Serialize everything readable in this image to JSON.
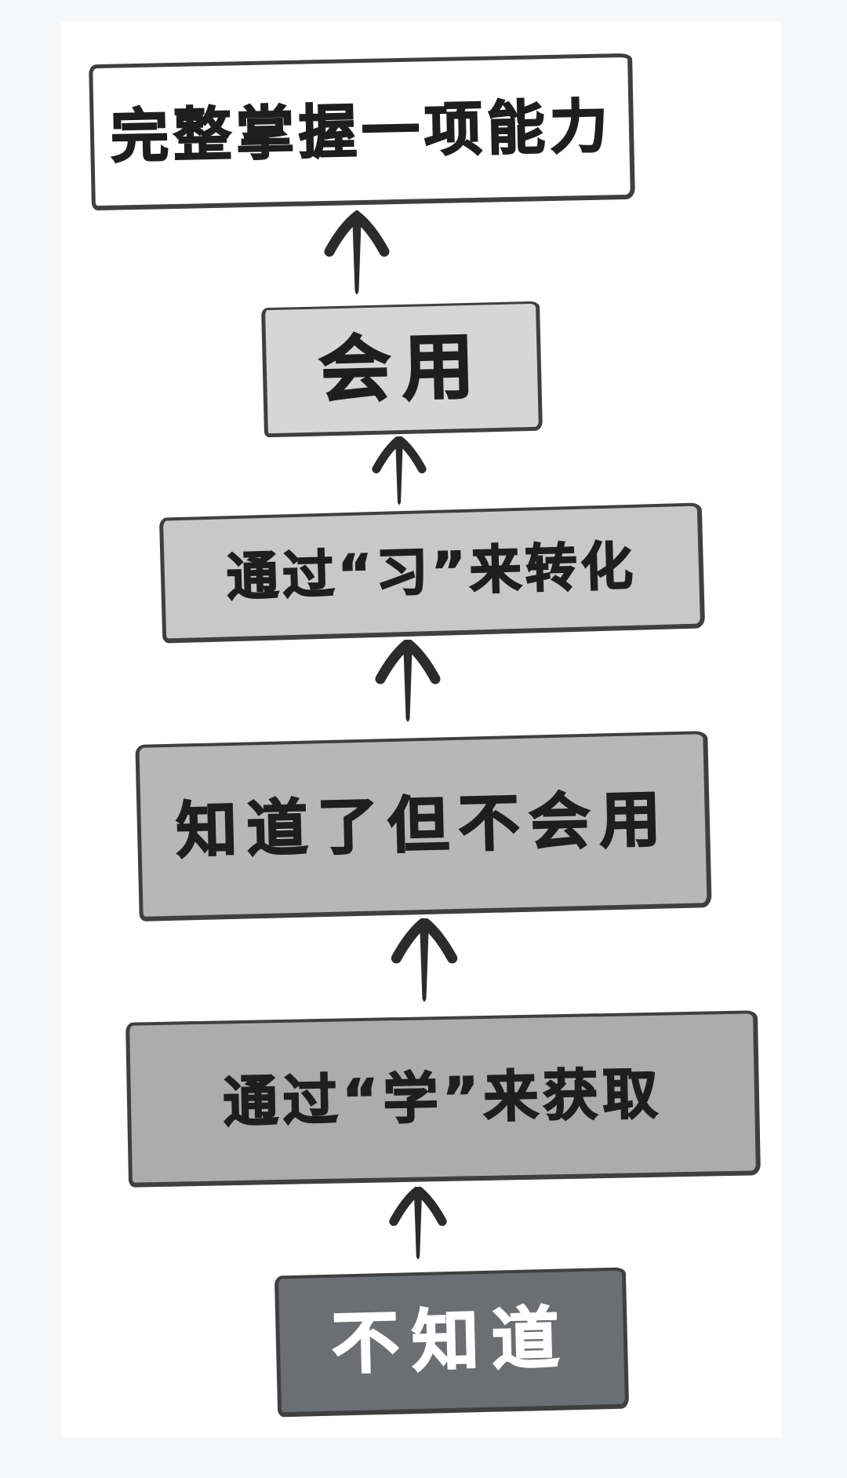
{
  "page": {
    "outer_background": "#f6f7f9",
    "canvas_background": "#ffffff"
  },
  "diagram": {
    "type": "flowchart",
    "direction": "bottom-to-top",
    "style": "hand-drawn",
    "arrow_color": "#2b2b2b",
    "border_color": "#3f3f3f",
    "nodes": [
      {
        "id": "unknown",
        "label": "不知道",
        "fill": "#6b6e73",
        "text_color": "#ffffff"
      },
      {
        "id": "learn-acquire",
        "label": "通过“学”来获取",
        "fill": "#acacac",
        "text_color": "#1e1e1e"
      },
      {
        "id": "know-but-cannot-use",
        "label": "知道了但不会用",
        "fill": "#b7b7b7",
        "text_color": "#1e1e1e"
      },
      {
        "id": "practice-transform",
        "label": "通过“习”来转化",
        "fill": "#c8c8c8",
        "text_color": "#1e1e1e"
      },
      {
        "id": "can-use",
        "label": "会用",
        "fill": "#d6d6d6",
        "text_color": "#1e1e1e"
      },
      {
        "id": "full-mastery",
        "label": "完整掌握一项能力",
        "fill": "#ffffff",
        "text_color": "#1e1e1e"
      }
    ],
    "edges": [
      {
        "from": "unknown",
        "to": "learn-acquire"
      },
      {
        "from": "learn-acquire",
        "to": "know-but-cannot-use"
      },
      {
        "from": "know-but-cannot-use",
        "to": "practice-transform"
      },
      {
        "from": "practice-transform",
        "to": "can-use"
      },
      {
        "from": "can-use",
        "to": "full-mastery"
      }
    ]
  }
}
